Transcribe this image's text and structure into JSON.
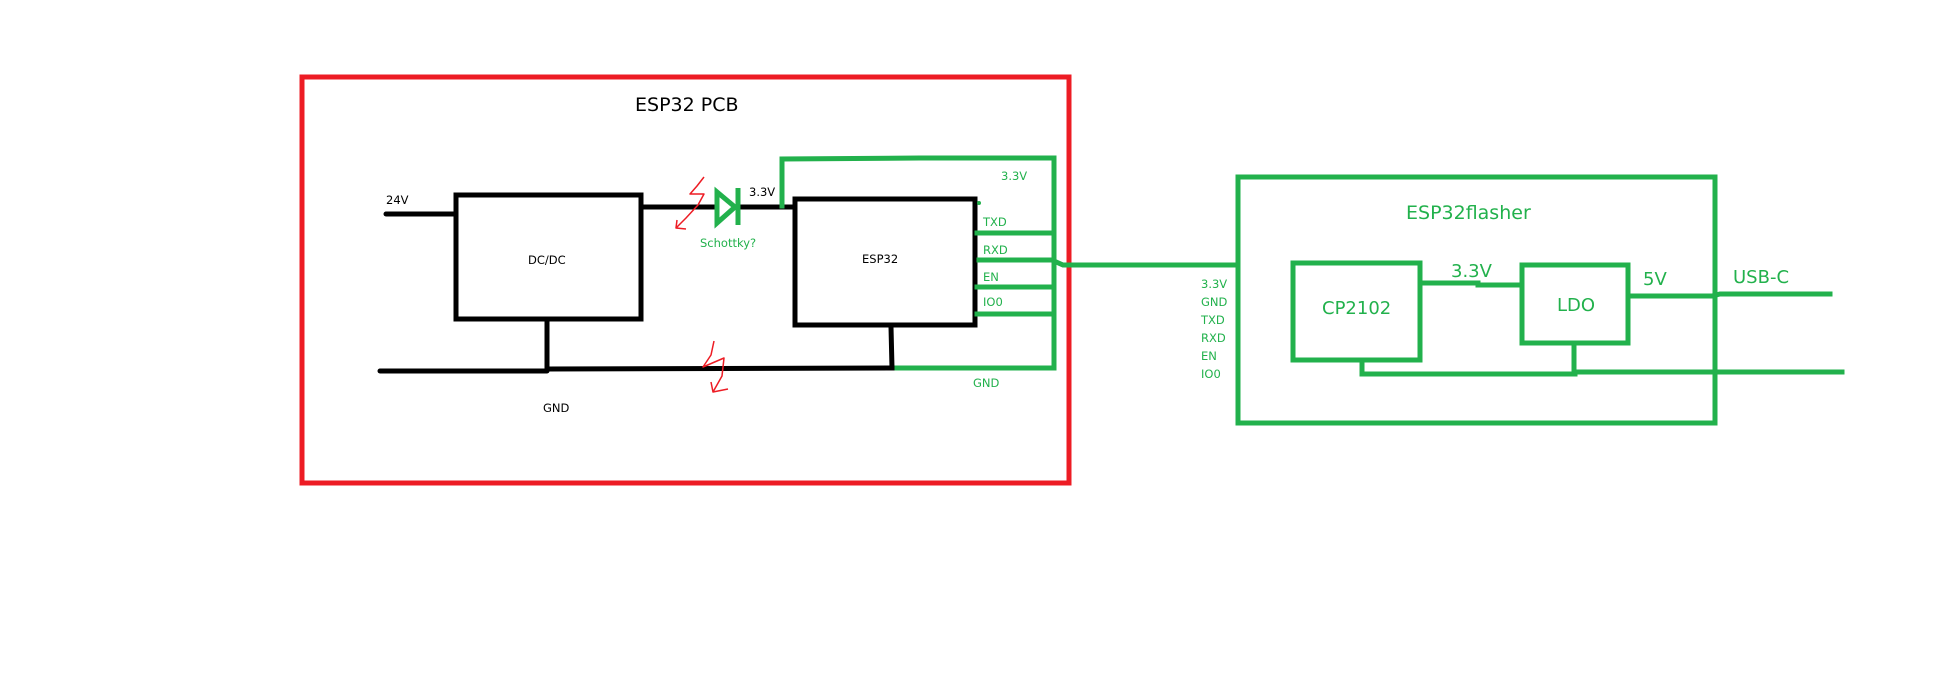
{
  "colors": {
    "pcb_border": "#ed1c24",
    "flasher": "#22b14c",
    "wire": "#000000",
    "annotation": "#ed1c24"
  },
  "esp32_pcb": {
    "title": "ESP32 PCB",
    "input_label": "24V",
    "dcdc_label": "DC/DC",
    "gnd_label": "GND",
    "rail_label": "3.3V",
    "diode_label": "Schottky?",
    "esp32_label": "ESP32",
    "header": {
      "top_label": "3.3V",
      "pins": [
        "TXD",
        "RXD",
        "EN",
        "IO0"
      ],
      "gnd_label": "GND"
    }
  },
  "flasher": {
    "title": "ESP32flasher",
    "connector_pins": [
      "3.3V",
      "GND",
      "TXD",
      "RXD",
      "EN",
      "IO0"
    ],
    "cp2102_label": "CP2102",
    "ldo_label": "LDO",
    "rail_3v3_label": "3.3V",
    "rail_5v_label": "5V",
    "usb_label": "USB-C"
  },
  "annotations": [
    {
      "type": "lightning-arrow",
      "location": "between DC/DC and diode"
    },
    {
      "type": "lightning-arrow",
      "location": "on GND line"
    }
  ]
}
